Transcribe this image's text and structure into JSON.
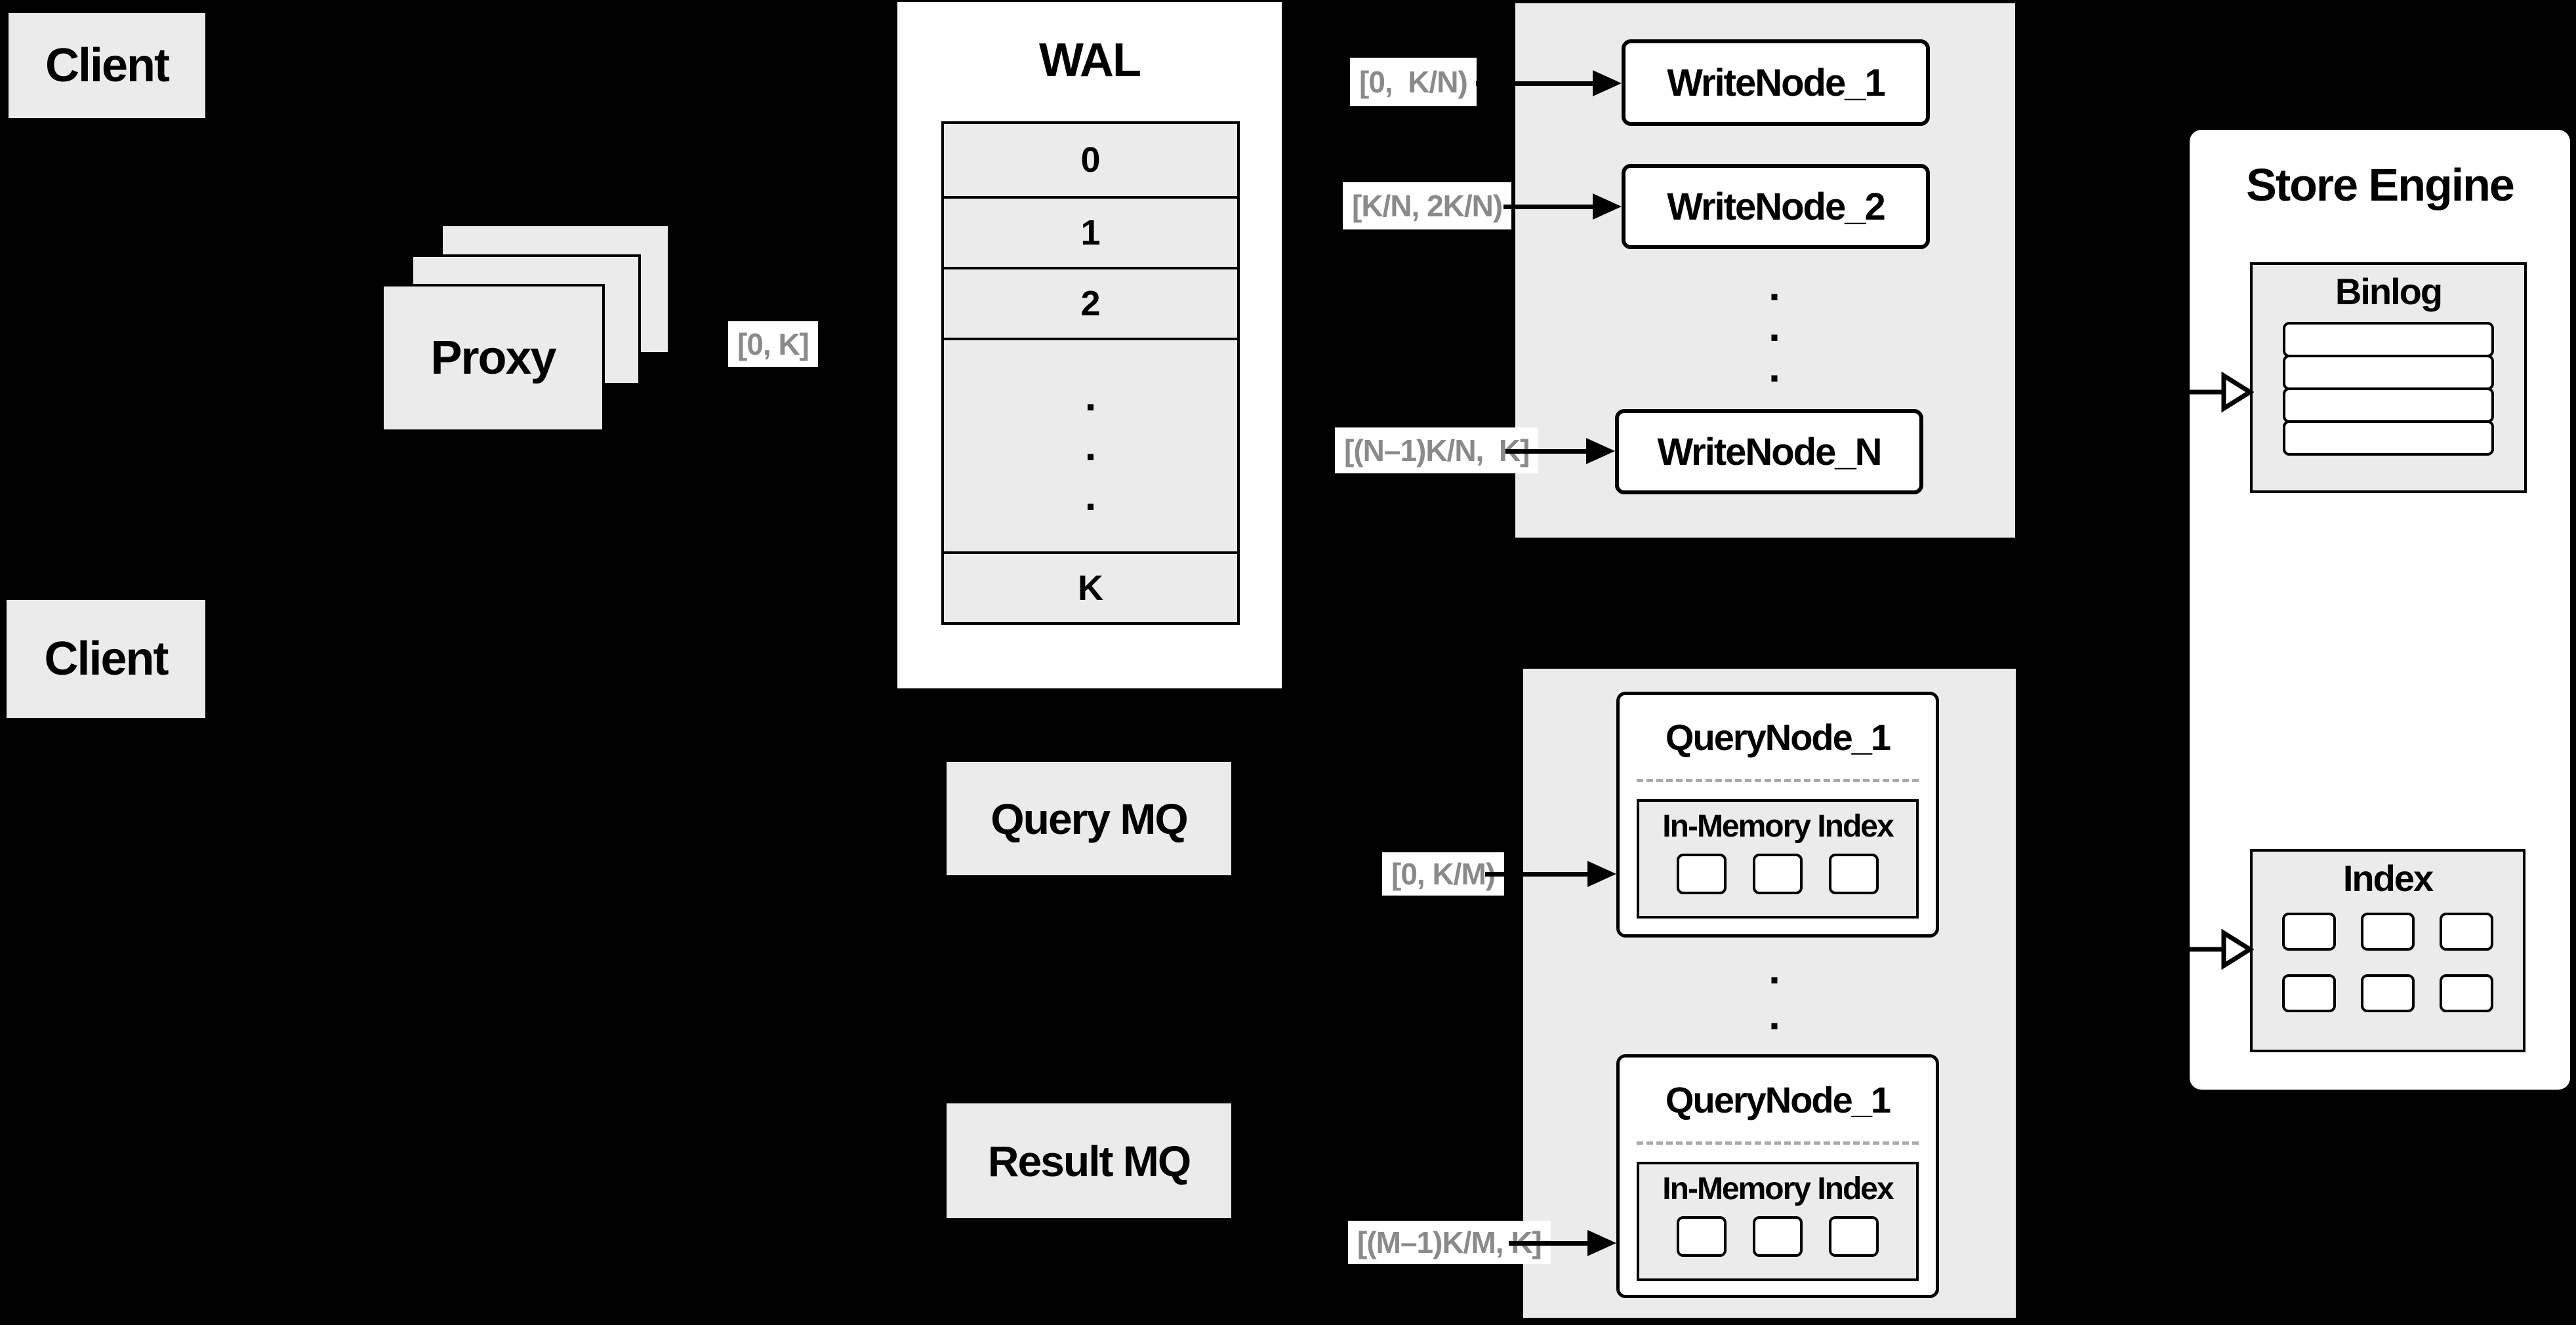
{
  "colors": {
    "background": "#000000",
    "panel_gray": "#ebebeb",
    "box_white": "#ffffff",
    "line_black": "#000000",
    "label_text": "#8a8a8a",
    "dash_gray": "#aaaaaa"
  },
  "glyphs": {
    "dot": "."
  },
  "clients": {
    "top": "Client",
    "bottom": "Client"
  },
  "proxy": {
    "label": "Proxy"
  },
  "edge_labels": {
    "proxy_wal": "[0, K]",
    "write_1": "[0,  K/N)",
    "write_2": "[K/N, 2K/N)",
    "write_n": "[(N–1)K/N,  K]",
    "query_1": "[0, K/M)",
    "query_m": "[(M–1)K/M, K]"
  },
  "wal": {
    "title": "WAL",
    "rows": [
      "0",
      "1",
      "2"
    ],
    "last_row": "K"
  },
  "write_nodes": {
    "node_1": "WriteNode_1",
    "node_2": "WriteNode_2",
    "node_n": "WriteNode_N"
  },
  "mq": {
    "query": "Query MQ",
    "result": "Result MQ"
  },
  "query_nodes": {
    "node_top_title": "QueryNode_1",
    "node_bottom_title": "QueryNode_1",
    "panel_title": "In-Memory Index",
    "memory_slots": 3
  },
  "store_engine": {
    "title": "Store Engine",
    "binlog_title": "Binlog",
    "binlog_slots": 4,
    "index_title": "Index",
    "index_slots": 6
  }
}
